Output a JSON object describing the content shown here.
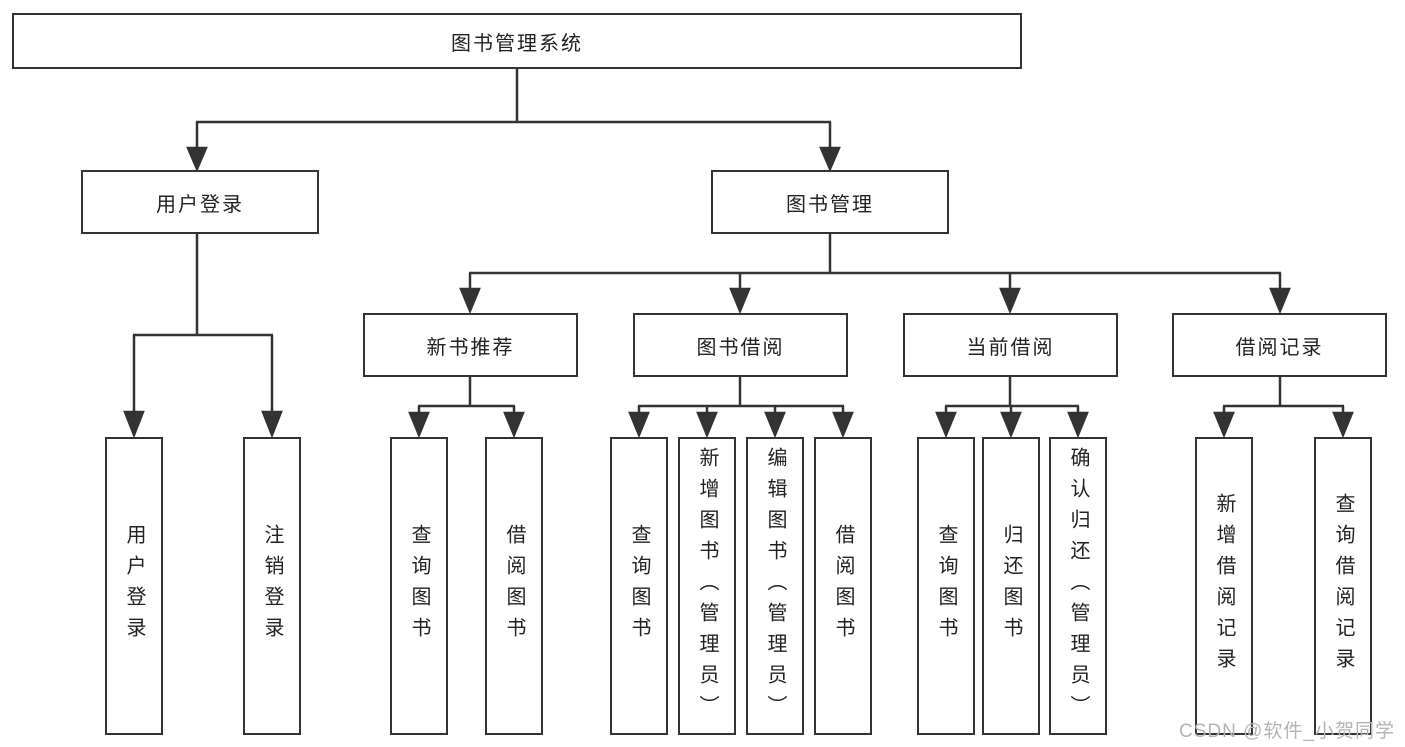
{
  "diagram": {
    "root": "图书管理系统",
    "level2": {
      "user_login": "用户登录",
      "book_mgmt": "图书管理"
    },
    "level3": {
      "new_books": "新书推荐",
      "borrowing": "图书借阅",
      "current": "当前借阅",
      "records": "借阅记录"
    },
    "leaves": {
      "login": "用户登录",
      "logout": "注销登录",
      "nb_query": "查询图书",
      "nb_borrow": "借阅图书",
      "bw_query": "查询图书",
      "bw_add": "新增图书（管理员）",
      "bw_edit": "编辑图书（管理员）",
      "bw_borrow": "借阅图书",
      "cur_query": "查询图书",
      "cur_return": "归还图书",
      "cur_confirm": "确认归还（管理员）",
      "rec_add": "新增借阅记录",
      "rec_query": "查询借阅记录"
    },
    "colors": {
      "ink": "#333333",
      "watermark": "#b3b3b3"
    }
  },
  "watermark": "CSDN @软件_小贺同学"
}
